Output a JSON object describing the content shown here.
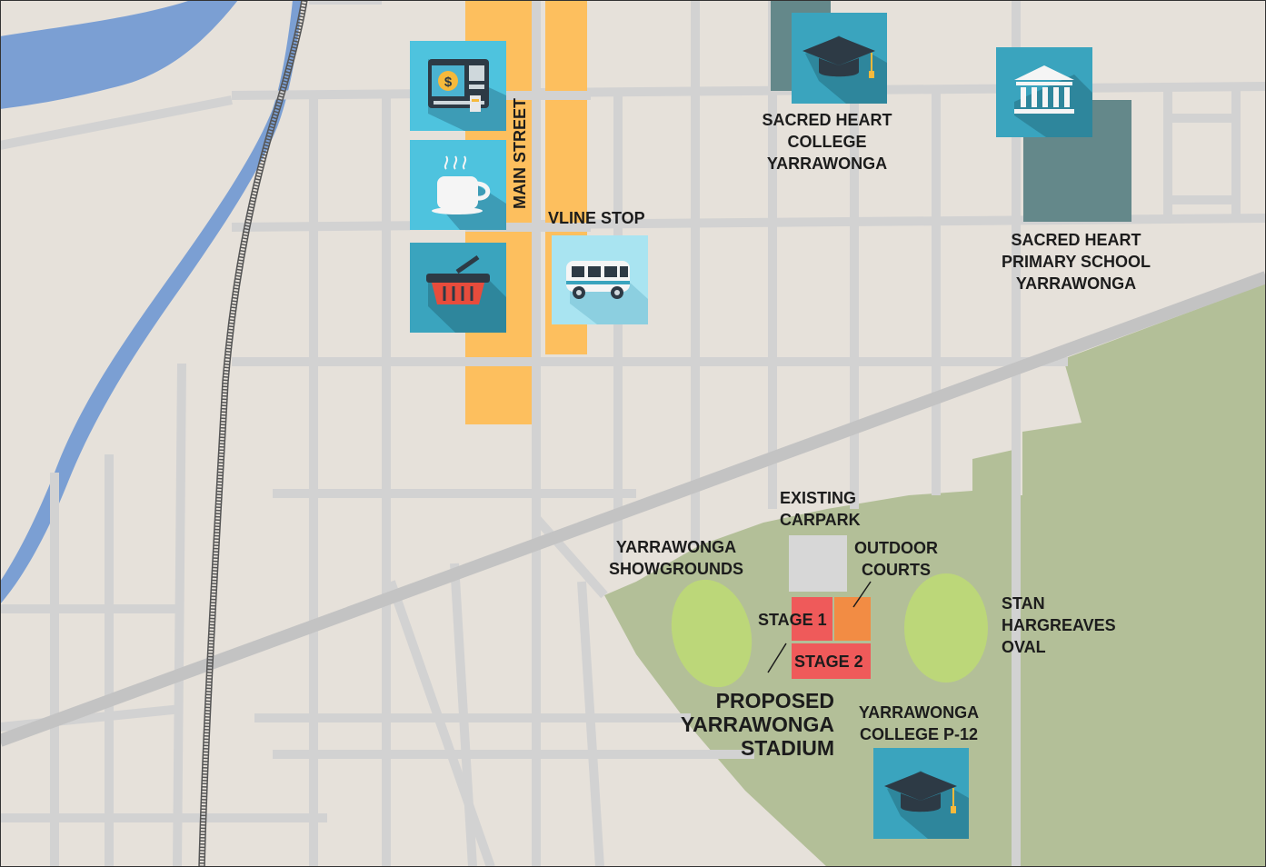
{
  "labels": {
    "main_street": "MAIN STREET",
    "vline_stop": "VLINE STOP",
    "sacred_heart_college": [
      "SACRED HEART",
      "COLLEGE",
      "YARRAWONGA"
    ],
    "sacred_heart_primary": [
      "SACRED HEART",
      "PRIMARY SCHOOL",
      "YARRAWONGA"
    ],
    "existing_carpark": [
      "EXISTING",
      "CARPARK"
    ],
    "outdoor_courts": [
      "OUTDOOR",
      "COURTS"
    ],
    "showgrounds": [
      "YARRAWONGA",
      "SHOWGROUNDS"
    ],
    "stan_hargreaves": [
      "STAN",
      "HARGREAVES",
      "OVAL"
    ],
    "stage_1": "STAGE 1",
    "stage_2": "STAGE 2",
    "proposed_stadium": [
      "PROPOSED",
      "YARRAWONGA",
      "STADIUM"
    ],
    "yarrawonga_college": [
      "YARRAWONGA",
      "COLLEGE P-12"
    ]
  },
  "icons": {
    "atm": "atm-icon",
    "coffee": "coffee-cup-icon",
    "shopping": "shopping-basket-icon",
    "bus": "bus-icon",
    "college": "graduation-cap-icon",
    "primary_school": "building-columns-icon",
    "yarrawonga_college": "graduation-cap-icon"
  },
  "colors": {
    "land": "#e6e1da",
    "road": "#d2d2d2",
    "highway": "#c3c3c3",
    "river": "#7b9fd3",
    "park": "#b3bf98",
    "oval": "#bcd779",
    "main_street": "#fdbf5e",
    "stage_1": "#ef5a5a",
    "stage_2": "#ef5a5a",
    "outdoor_courts": "#f28c44",
    "carpark": "#d7d7d7",
    "school_building": "#64888a",
    "icon_teal": "#3aa4be",
    "icon_light_blue": "#4ec3de",
    "icon_pale_blue": "#a9e4f1"
  }
}
